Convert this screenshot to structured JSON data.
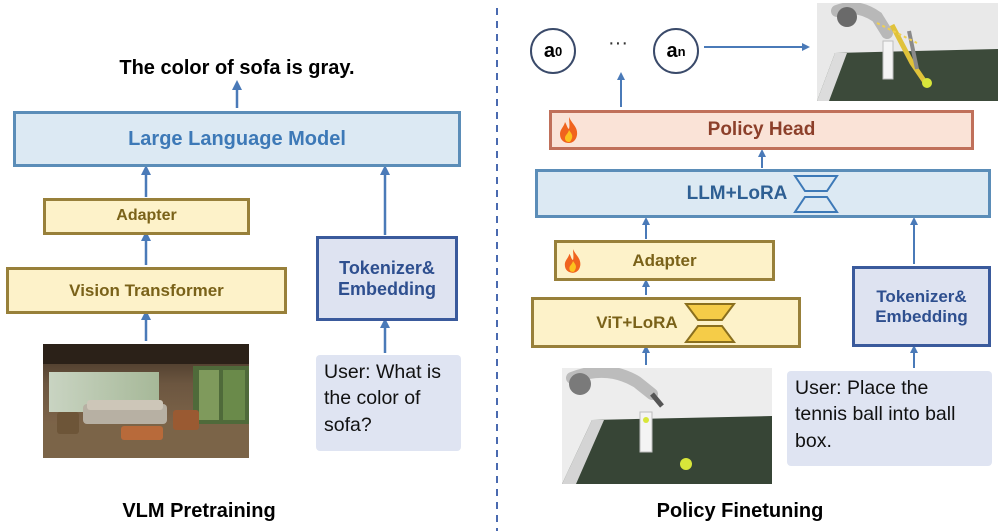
{
  "left": {
    "output_text": "The color of sofa is gray.",
    "llm_label": "Large Language Model",
    "adapter_label": "Adapter",
    "vit_label": "Vision Transformer",
    "tokenizer_label": "Tokenizer& Embedding",
    "prompt_text": "User: What is the color of sofa?",
    "caption": "VLM Pretraining"
  },
  "right": {
    "action_first": "a",
    "action_first_sup": "0",
    "ellipsis": "···",
    "action_last": "a",
    "action_last_sup": "n",
    "policy_head_label": "Policy Head",
    "llm_lora_label": "LLM+LoRA",
    "adapter_label": "Adapter",
    "vit_lora_label": "ViT+LoRA",
    "tokenizer_label": "Tokenizer& Embedding",
    "prompt_text": "User: Place the tennis ball into ball box.",
    "caption": "Policy Finetuning"
  },
  "icons": {
    "flame": "fire-icon",
    "lora": "lora-hourglass-icon",
    "arrow": "up-arrow"
  },
  "colors": {
    "llm_border": "#5b8db8",
    "llm_fill": "#dce9f3",
    "adapter_border": "#98803a",
    "adapter_fill": "#fdf2c9",
    "tokenizer_border": "#3a5a9c",
    "tokenizer_fill": "#dee3f1",
    "policy_border": "#c0705a",
    "policy_fill": "#fae3d7",
    "arrow": "#4a7ab8",
    "divider": "#4a6ab0"
  }
}
